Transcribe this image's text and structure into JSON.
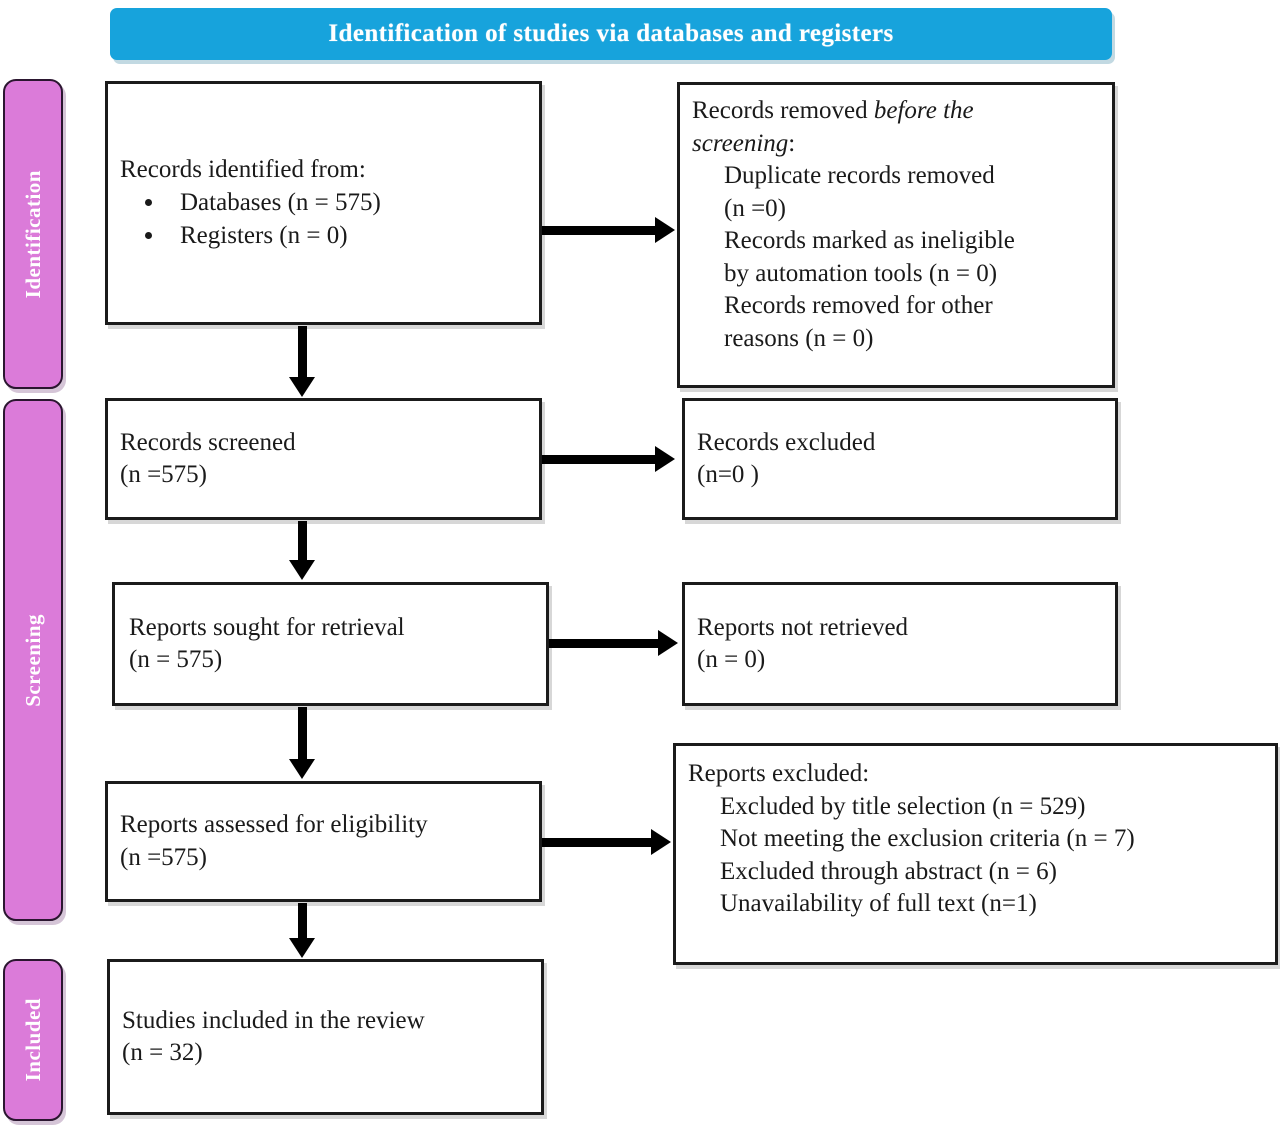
{
  "banner": {
    "title": "Identification of studies via databases and registers",
    "color": "#17a3dc"
  },
  "phases": {
    "color": "#db7bd9",
    "identification": "Identification",
    "screening": "Screening",
    "included": "Included"
  },
  "boxes": {
    "identified": {
      "heading": "Records identified from:",
      "items": [
        "Databases (n = 575)",
        "Registers (n = 0)"
      ]
    },
    "removed_before_screening": {
      "line1_plain": "Records removed ",
      "line1_italic": "before the",
      "line2_italic": "screening",
      "line2_plain": ":",
      "items": [
        "Duplicate records removed",
        "(n =0)",
        "Records marked as ineligible",
        "by automation tools (n = 0)",
        "Records removed for other",
        "reasons (n = 0)"
      ]
    },
    "records_screened": {
      "line1": "Records screened",
      "line2": "(n =575)"
    },
    "records_excluded": {
      "line1": "Records excluded",
      "line2": "(n=0 )"
    },
    "reports_sought": {
      "line1": "Reports sought for retrieval",
      "line2": "(n = 575)"
    },
    "reports_not_retrieved": {
      "line1": "Reports not retrieved",
      "line2": "(n = 0)"
    },
    "reports_assessed": {
      "line1": "Reports assessed for eligibility",
      "line2": "(n =575)"
    },
    "reports_excluded": {
      "heading": "Reports excluded:",
      "items": [
        "Excluded by title selection (n = 529)",
        "Not meeting the exclusion criteria (n = 7)",
        "Excluded through abstract (n = 6)",
        "Unavailability of full text (n=1)"
      ]
    },
    "studies_included": {
      "line1": "Studies included in the review",
      "line2": "(n = 32)"
    }
  }
}
